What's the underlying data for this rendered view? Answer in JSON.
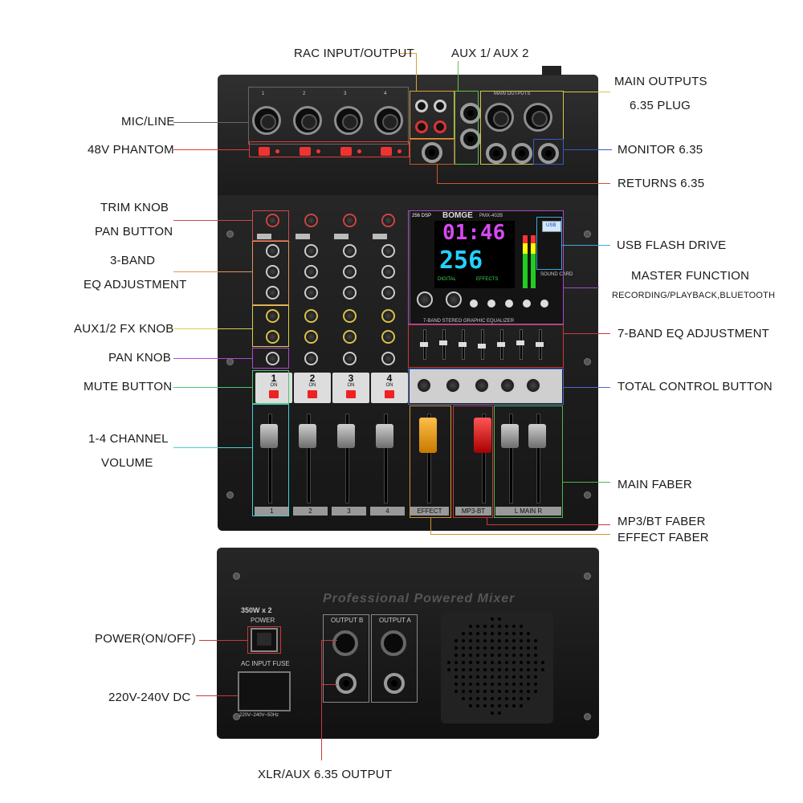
{
  "labels": {
    "rac_io": "RAC INPUT/OUTPUT",
    "aux12_top": "AUX 1/ AUX 2",
    "main_outputs": "MAIN OUTPUTS",
    "main_plug": "6.35 PLUG",
    "mic_line": "MIC/LINE",
    "phantom": "48V PHANTOM",
    "monitor": "MONITOR 6.35",
    "returns": "RETURNS 6.35",
    "trim_knob": "TRIM KNOB",
    "pan_button": "PAN BUTTON",
    "usb_flash": "USB FLASH DRIVE",
    "eq3_line1": "3-BAND",
    "eq3_line2": "EQ ADJUSTMENT",
    "master_func": "MASTER FUNCTION",
    "master_sub": "RECORDING/PLAYBACK,BLUETOOTH",
    "aux_fx": "AUX1/2 FX KNOB",
    "eq7": "7-BAND EQ ADJUSTMENT",
    "pan_knob": "PAN KNOB",
    "mute": "MUTE BUTTON",
    "total_ctrl": "TOTAL CONTROL BUTTON",
    "ch_vol_1": "1-4 CHANNEL",
    "ch_vol_2": "VOLUME",
    "main_faber": "MAIN FABER",
    "mp3_faber": "MP3/BT FABER",
    "effect_faber": "EFFECT FABER",
    "power": "POWER(ON/OFF)",
    "ac_in": "220V-240V DC",
    "xlr_out": "XLR/AUX 6.35 OUTPUT"
  },
  "device": {
    "brand": "BOMGE",
    "model": "PMX-402B",
    "dsp": "256 DSP",
    "usb": "USB",
    "lcd_time": "01:46",
    "lcd_effect": "256",
    "lcd_digital": "DIGITAL",
    "lcd_effects": "EFFECTS",
    "geq_title": "7-BAND STEREO GRAPHIC EQUALIZER",
    "channels": [
      "1",
      "2",
      "3",
      "4"
    ],
    "on_label": "ON",
    "effect_label": "EFFECT",
    "mp3_label": "MP3-BT",
    "main_label": "L MAIN R",
    "main_outputs_panel": "MAIN OUTPUTS",
    "sound_card": "SOUND CARD",
    "rear_title": "Professional Powered Mixer",
    "rear_power_rating": "350W x 2",
    "rear_power": "POWER",
    "rear_fuse": "AC INPUT FUSE",
    "rear_voltage": "220V~240V~50Hz",
    "output_b": "OUTPUT B",
    "output_a": "OUTPUT A"
  },
  "colors": {
    "rac": "#d9a43a",
    "aux": "#6abf4a",
    "main": "#d6c44a",
    "micline": "#666666",
    "phantom": "#e03a3a",
    "monitor": "#3a59c8",
    "returns": "#c8582a",
    "trim": "#c84a4a",
    "usb": "#3aa8d8",
    "eq3": "#e0935a",
    "master": "#a84ac8",
    "auxfx": "#d8d04a",
    "eq7": "#c83a3a",
    "pan": "#b04ad0",
    "mutec": "#4ac86a",
    "totalc": "#4a6ad0",
    "chvol": "#4ad0d0",
    "mainf": "#4ab84a",
    "mp3f": "#c83a3a",
    "effectf": "#d0962a",
    "powerc": "#c83a3a",
    "rearline": "#c83a3a"
  }
}
